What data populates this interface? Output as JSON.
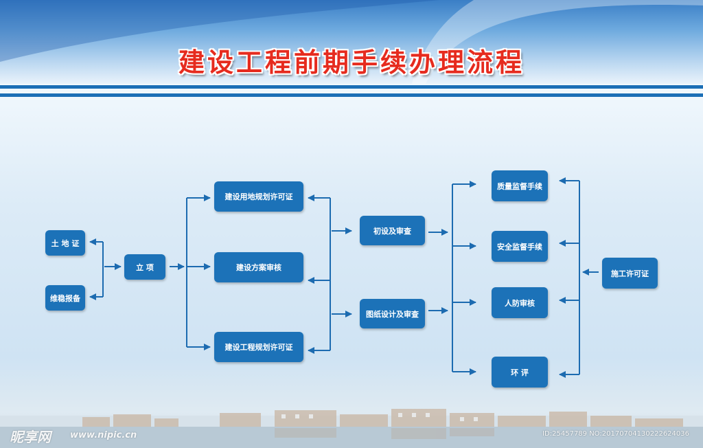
{
  "title": "建设工程前期手续办理流程",
  "nodes": {
    "land_cert": "土 地 证",
    "stability_report": "维稳报备",
    "project_approval": "立 项",
    "land_use_planning_permit": "建设用地规划许可证",
    "design_plan_review": "建设方案审核",
    "engineering_planning_permit": "建设工程规划许可证",
    "preliminary_design_review": "初设及审查",
    "drawing_design_review": "图纸设计及审查",
    "quality_supervision": "质量监督手续",
    "safety_supervision": "安全监督手续",
    "civil_defense_review": "人防审核",
    "environmental_assessment": "环 评",
    "construction_permit": "施工许可证"
  },
  "watermark": {
    "logo": "昵享网",
    "url": "www.nipic.cn",
    "id": "ID:25457789 NO:20170704130222624036"
  },
  "colors": {
    "box": "#1c72b8",
    "arrow": "#1c6bb0",
    "title": "#e62b1e",
    "rule": "#1b6fb6"
  }
}
